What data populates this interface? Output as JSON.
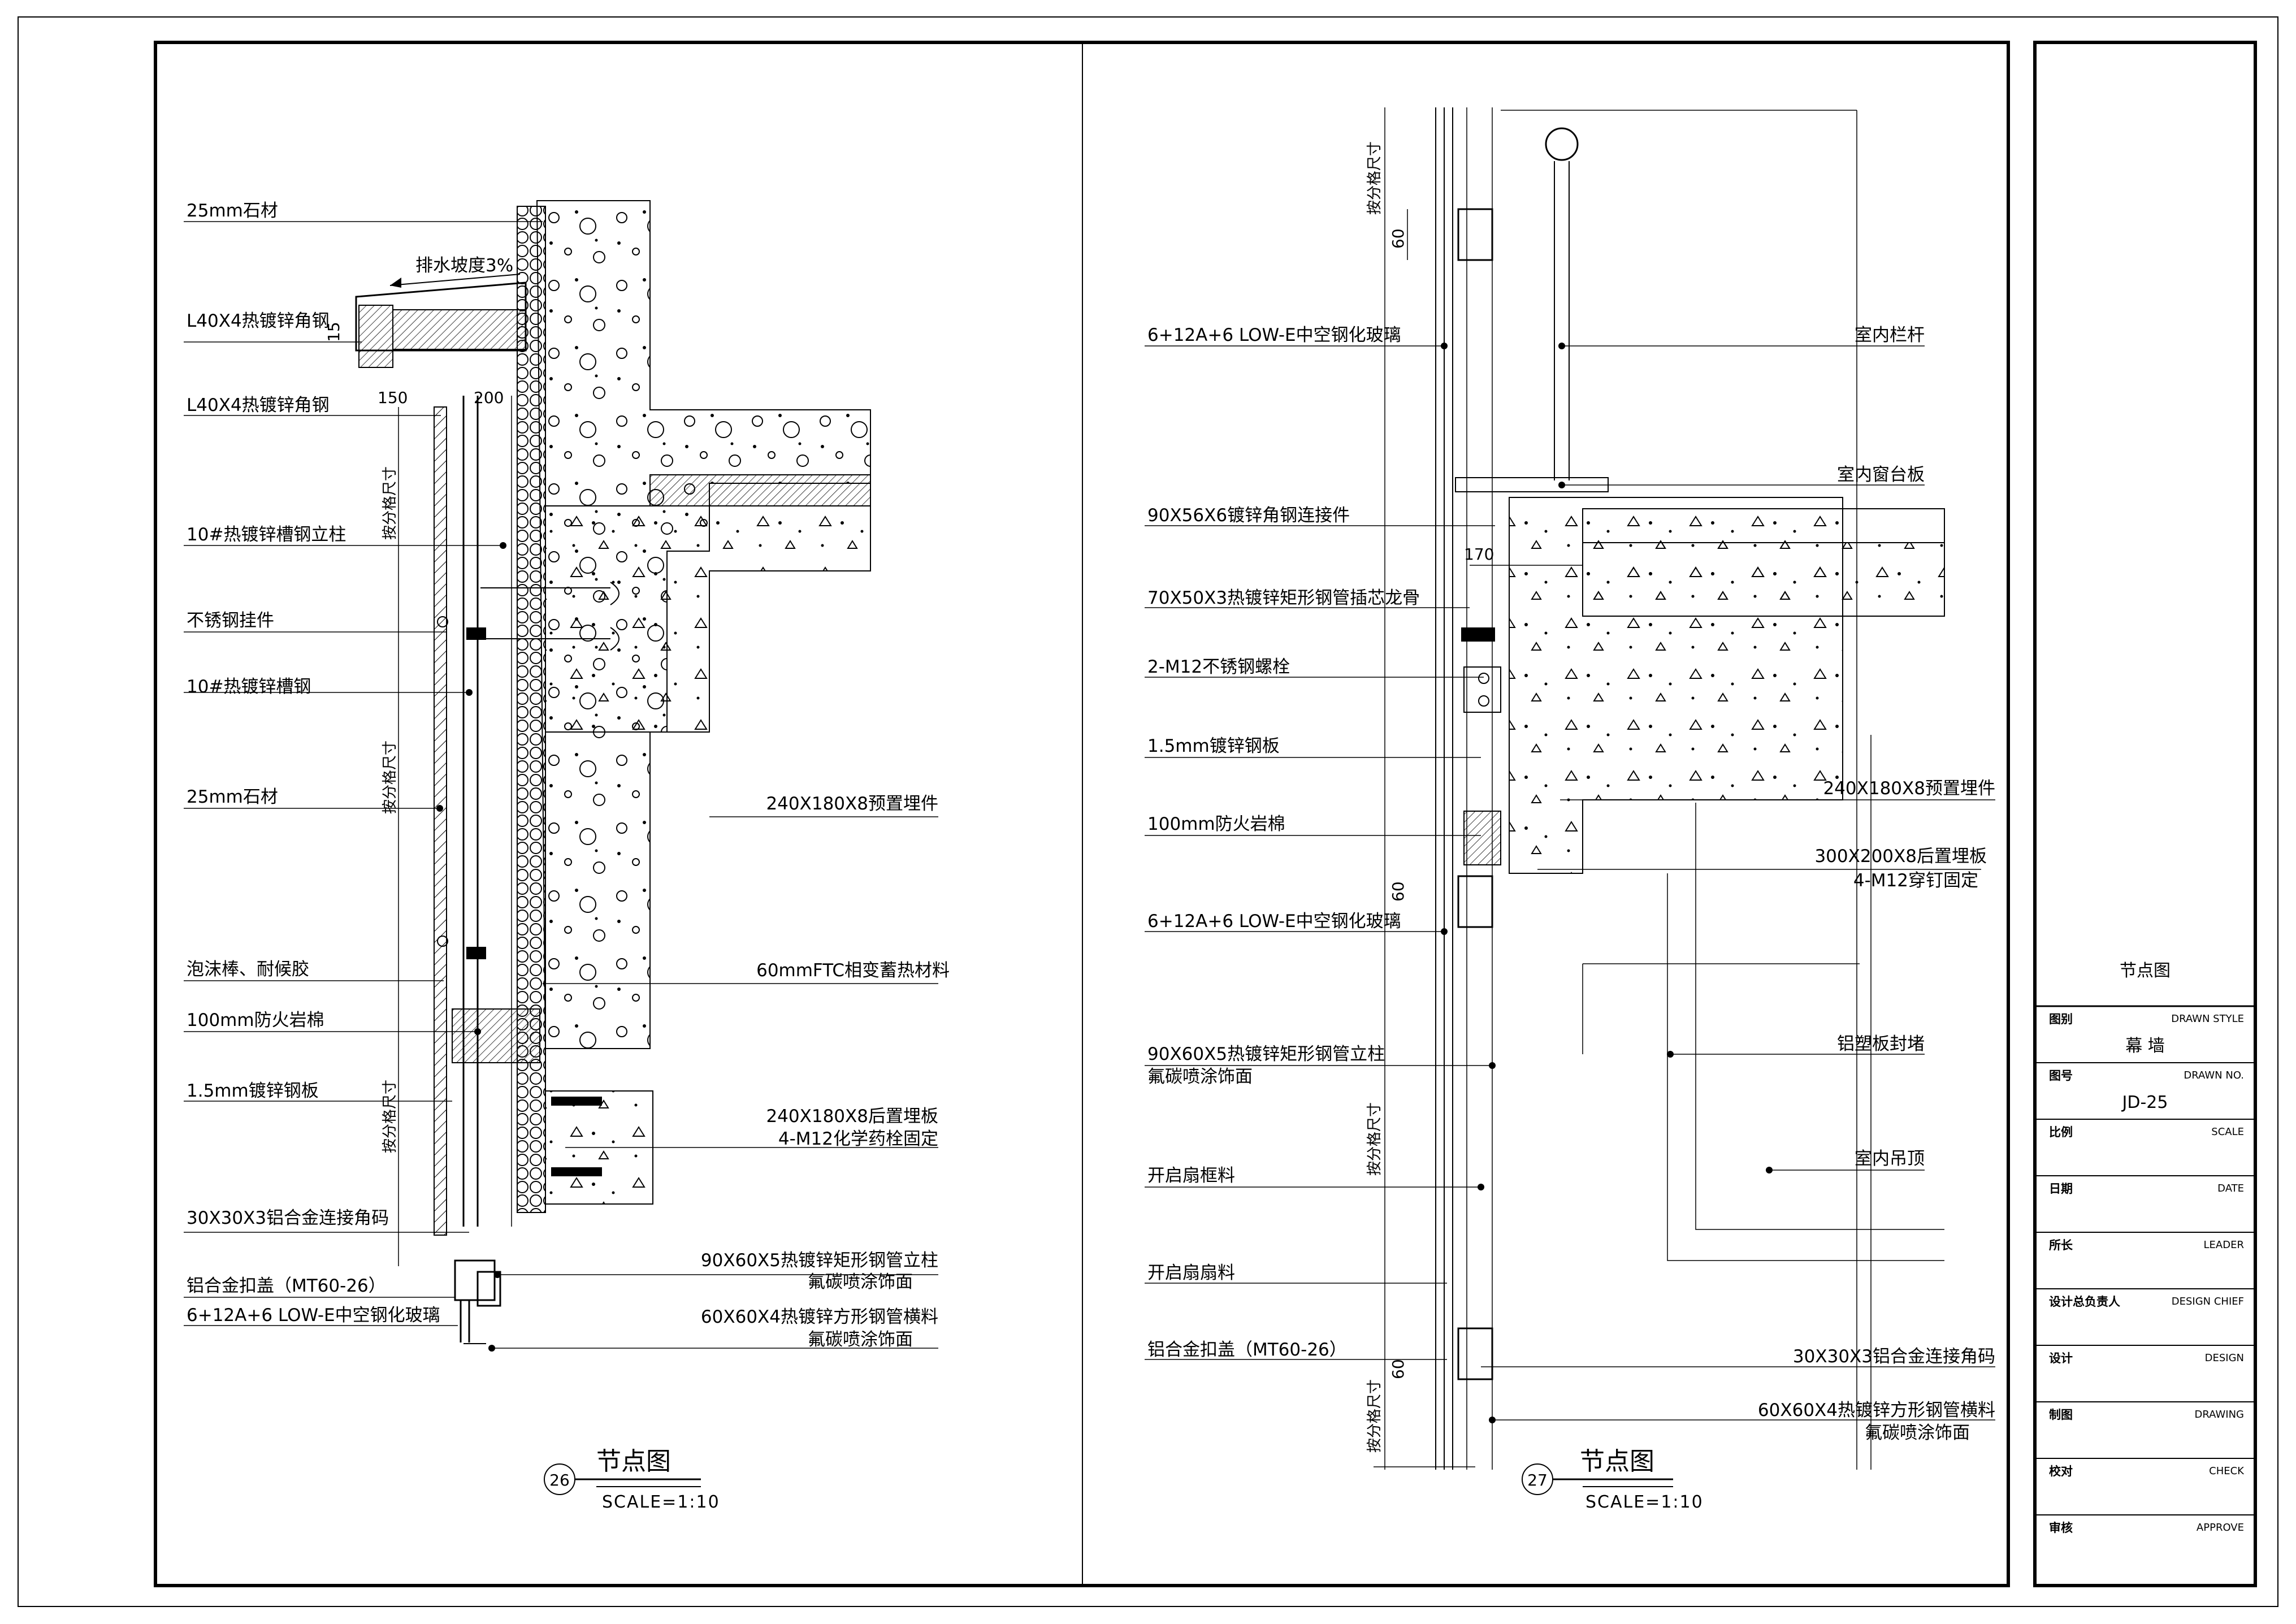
{
  "details": [
    {
      "number": "26",
      "title": "节点图",
      "scale": "SCALE=1:10",
      "callouts_left": [
        "25mm石材",
        "L40X4热镀锌角钢",
        "L40X4热镀锌角钢",
        "10#热镀锌槽钢立柱",
        "不锈钢挂件",
        "10#热镀锌槽钢",
        "25mm石材",
        "泡沫棒、耐候胶",
        "100mm防火岩棉",
        "1.5mm镀锌钢板",
        "30X30X3铝合金连接角码",
        "铝合金扣盖（MT60-26）",
        "6+12A+6 LOW-E中空钢化玻璃"
      ],
      "callouts_right": [
        "240X180X8预置埋件",
        "60mmFTC相变蓄热材料",
        "240X180X8后置埋板",
        "4-M12化学药栓固定",
        "90X60X5热镀锌矩形钢管立柱",
        "氟碳喷涂饰面",
        "60X60X4热镀锌方形钢管横料",
        "氟碳喷涂饰面"
      ],
      "annotations": {
        "slope": "排水坡度3%",
        "dim_15": "15",
        "dim_150": "150",
        "dim_200": "200",
        "grid_dim": "按分格尺寸"
      }
    },
    {
      "number": "27",
      "title": "节点图",
      "scale": "SCALE=1:10",
      "callouts_left": [
        "6+12A+6 LOW-E中空钢化玻璃",
        "90X56X6镀锌角钢连接件",
        "70X50X3热镀锌矩形钢管插芯龙骨",
        "2-M12不锈钢螺栓",
        "1.5mm镀锌钢板",
        "100mm防火岩棉",
        "6+12A+6 LOW-E中空钢化玻璃",
        "90X60X5热镀锌矩形钢管立柱",
        "氟碳喷涂饰面",
        "开启扇框料",
        "开启扇扇料",
        "铝合金扣盖（MT60-26）"
      ],
      "callouts_right": [
        "室内栏杆",
        "室内窗台板",
        "240X180X8预置埋件",
        "300X200X8后置埋板",
        "4-M12穿钉固定",
        "铝塑板封堵",
        "室内吊顶",
        "30X30X3铝合金连接角码",
        "60X60X4热镀锌方形钢管横料",
        "氟碳喷涂饰面"
      ],
      "annotations": {
        "dim_60": "60",
        "dim_170": "170",
        "grid_dim": "按分格尺寸"
      }
    }
  ],
  "title_block": {
    "drawing_title": "节点图",
    "rows": [
      {
        "cn": "图别",
        "en": "DRAWN STYLE",
        "value": "幕 墙"
      },
      {
        "cn": "图号",
        "en": "DRAWN NO.",
        "value": "JD-25"
      },
      {
        "cn": "比例",
        "en": "SCALE",
        "value": ""
      },
      {
        "cn": "日期",
        "en": "DATE",
        "value": ""
      },
      {
        "cn": "所长",
        "en": "LEADER",
        "value": ""
      },
      {
        "cn": "设计总负责人",
        "en": "DESIGN CHIEF",
        "value": ""
      },
      {
        "cn": "设计",
        "en": "DESIGN",
        "value": ""
      },
      {
        "cn": "制图",
        "en": "DRAWING",
        "value": ""
      },
      {
        "cn": "校对",
        "en": "CHECK",
        "value": ""
      },
      {
        "cn": "审核",
        "en": "APPROVE",
        "value": ""
      }
    ]
  }
}
